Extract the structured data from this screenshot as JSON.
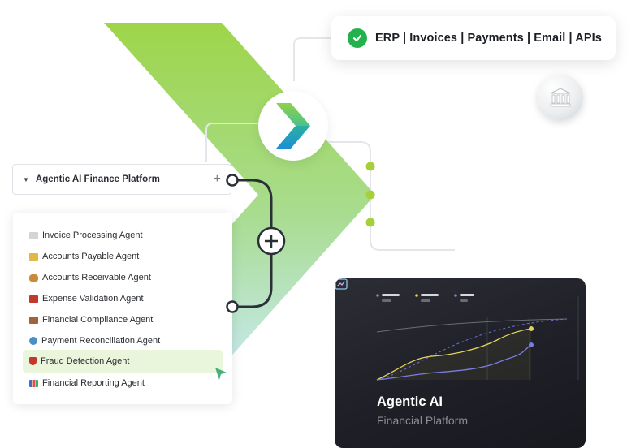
{
  "integrations": {
    "text": "ERP | Invoices | Payments | Email | APIs",
    "icon": "check-circle-icon",
    "check_color": "#22b14c"
  },
  "bank_badge": {
    "icon": "bank-icon"
  },
  "logo": {
    "icon": "chevron-logo-icon"
  },
  "platform": {
    "label": "Agentic AI Finance Platform",
    "add_symbol": "+"
  },
  "agents": [
    {
      "label": "Invoice Processing Agent",
      "icon": "receipt-icon",
      "icon_color": "#c9c9c9"
    },
    {
      "label": "Accounts Payable Agent",
      "icon": "card-icon",
      "icon_color": "#e0b847"
    },
    {
      "label": "Accounts Receivable Agent",
      "icon": "money-bag-icon",
      "icon_color": "#c98a3b"
    },
    {
      "label": "Expense Validation Agent",
      "icon": "ledger-icon",
      "icon_color": "#c0392b"
    },
    {
      "label": "Financial Compliance Agent",
      "icon": "document-icon",
      "icon_color": "#a0643a"
    },
    {
      "label": "Payment Reconciliation Agent",
      "icon": "sync-icon",
      "icon_color": "#4a90c8"
    },
    {
      "label": "Fraud Detection Agent",
      "icon": "shield-icon",
      "icon_color": "#c0392b",
      "selected": true
    },
    {
      "label": "Financial Reporting Agent",
      "icon": "bar-chart-icon",
      "icon_color": "#3b6fd1"
    }
  ],
  "colors": {
    "arrow_top": "#9ed54a",
    "arrow_bottom": "#b6e4ea",
    "selected_row": "#eaf6dc",
    "cursor": "#46b07a",
    "node_dot": "#a6cf3c",
    "card_bg": "#1f2027",
    "series_yellow": "#e3d35a",
    "series_purple": "#7b7ce0"
  },
  "card": {
    "title": "Agentic AI",
    "subtitle": "Financial Platform",
    "icon": "trend-chart-icon",
    "legend_colors": [
      "#8a8c96",
      "#e3d35a",
      "#7b7ce0"
    ]
  }
}
